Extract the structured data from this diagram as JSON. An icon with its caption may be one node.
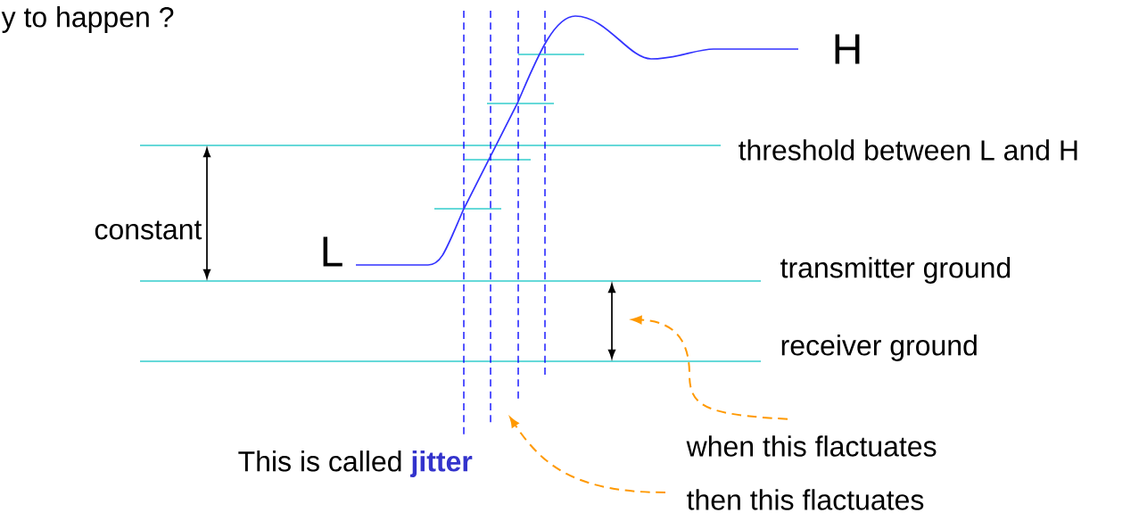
{
  "diagram": {
    "nodes": [
      {
        "text": [
          "when this flactuates"
        ]
      },
      {
        "text": [
          "then this flactuates"
        ]
      }
    ],
    "edges": [
      {
        "from": 0,
        "to": null,
        "arrow": "to",
        "style": "dashed",
        "color": "#ff9900"
      },
      {
        "from": 1,
        "to": null,
        "arrow": "to",
        "style": "dashed",
        "color": "#ff9900"
      }
    ],
    "labels": [
      "y to happen ?",
      "H",
      "threshold between L and H",
      "constant",
      "L",
      "transmitter ground",
      "receiver ground",
      "This is called **jitter**"
    ]
  }
}
